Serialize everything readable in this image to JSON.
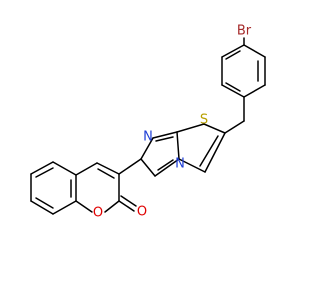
{
  "atoms": {
    "br": {
      "label": "Br",
      "color": "#a52a2a"
    },
    "s": {
      "label": "S",
      "color": "#b8a000"
    },
    "n_imine": {
      "label": "N",
      "color": "#1f3fd6"
    },
    "n_bridge": {
      "label": "N",
      "color": "#1f3fd6"
    },
    "o_ring": {
      "label": "O",
      "color": "#e00000"
    },
    "o_carbonyl": {
      "label": "O",
      "color": "#e00000"
    }
  }
}
